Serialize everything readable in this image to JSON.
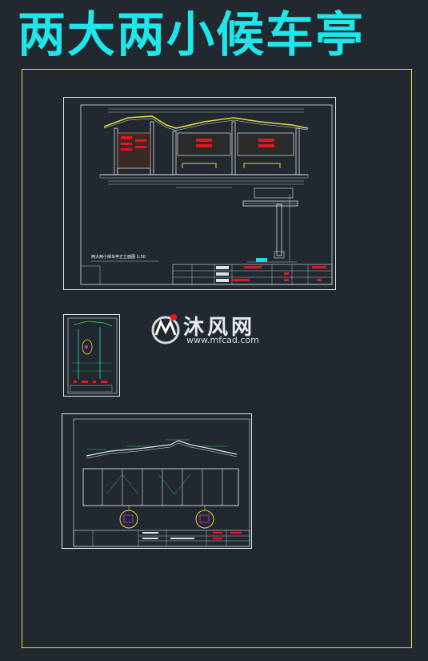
{
  "title": "两大两小候车亭",
  "watermark": {
    "brand": "沐风网",
    "url": "www.mfcad.com"
  },
  "sheets": [
    {
      "name": "elevation-sheet",
      "caption": "两大两小候车亭正立面图 1:50"
    },
    {
      "name": "side-sheet"
    },
    {
      "name": "roof-sheet"
    }
  ],
  "colors": {
    "background": "#212830",
    "title": "#1ee6ea",
    "frame": "#e8e23a",
    "lines": "#dfe3e6",
    "accent_red": "#e8141e",
    "accent_cyan": "#27d6e0",
    "accent_green": "#2bd84a",
    "accent_magenta": "#d52ad5"
  }
}
